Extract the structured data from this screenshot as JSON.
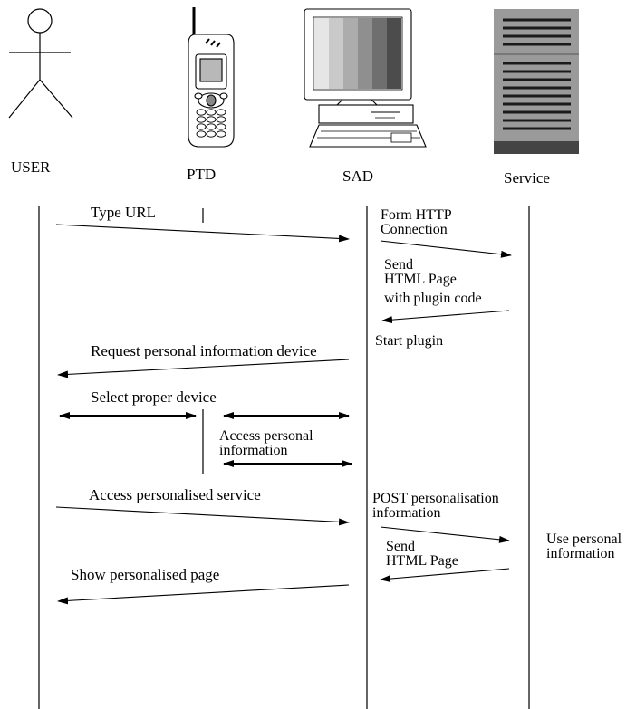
{
  "participants": {
    "user": "USER",
    "ptd": "PTD",
    "sad": "SAD",
    "service": "Service"
  },
  "messages": {
    "type_url": "Type URL",
    "form_http": "Form HTTP\nConnection",
    "send_html_1_a": "Send\nHTML Page",
    "send_html_1_b": "with plugin code",
    "start_plugin": "Start plugin",
    "request_info": "Request personal information device",
    "select_device": "Select proper device",
    "access_info": "Access personal\ninformation",
    "access_service": "Access personalised service",
    "post_info": "POST personalisation\ninformation",
    "send_html_2": "Send\nHTML Page",
    "use_info": "Use personal\ninformation",
    "show_page": "Show personalised page"
  },
  "colors": {
    "line": "#000000",
    "background": "#ffffff"
  }
}
